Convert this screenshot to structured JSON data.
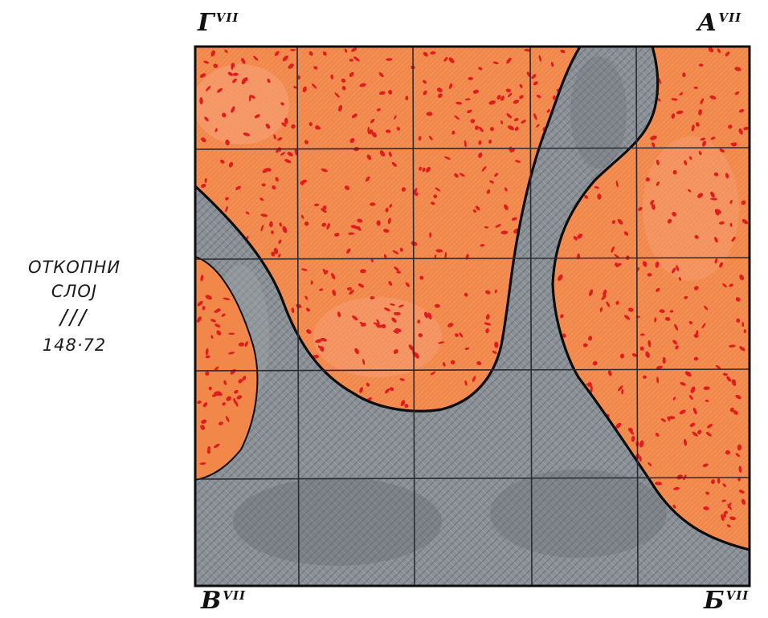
{
  "labels": {
    "corner_top_left": "Г",
    "corner_top_right": "А",
    "corner_bottom_left": "В",
    "corner_bottom_right": "Б",
    "corner_suffix": "VII"
  },
  "side_note": {
    "line1": "ОТКОПНИ",
    "line2": "СЛОЈ",
    "line3": "///",
    "line4": "148·72"
  },
  "colors": {
    "orange_fill": "#f2874a",
    "orange_light": "#f6a078",
    "red_dots": "#e01c1c",
    "gray_fill": "#8a9096",
    "gray_dark": "#5f666c",
    "grid_line": "#2a2a33",
    "outline": "#0d0d0d"
  },
  "grid": {
    "columns": 5,
    "rows": 5
  }
}
